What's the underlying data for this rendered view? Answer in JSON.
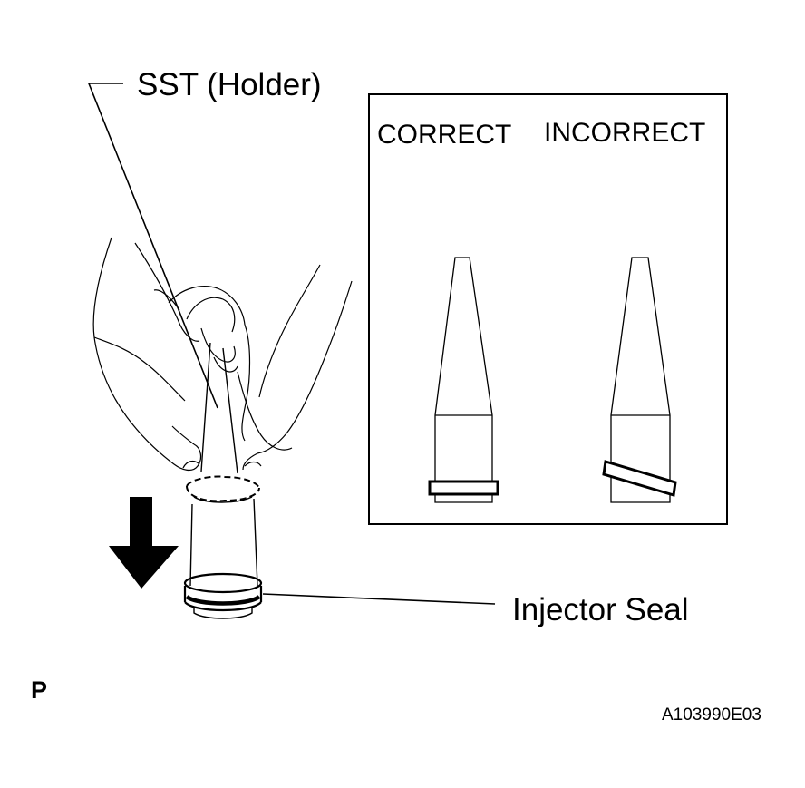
{
  "labels": {
    "holder": "SST (Holder)",
    "seal": "Injector Seal",
    "correct": "CORRECT",
    "incorrect": "INCORRECT",
    "view_code": "P",
    "figure_id": "A103990E03"
  },
  "icons": {
    "press_direction": "arrow-down-icon"
  },
  "colors": {
    "ink": "#000000",
    "paper": "#ffffff"
  }
}
